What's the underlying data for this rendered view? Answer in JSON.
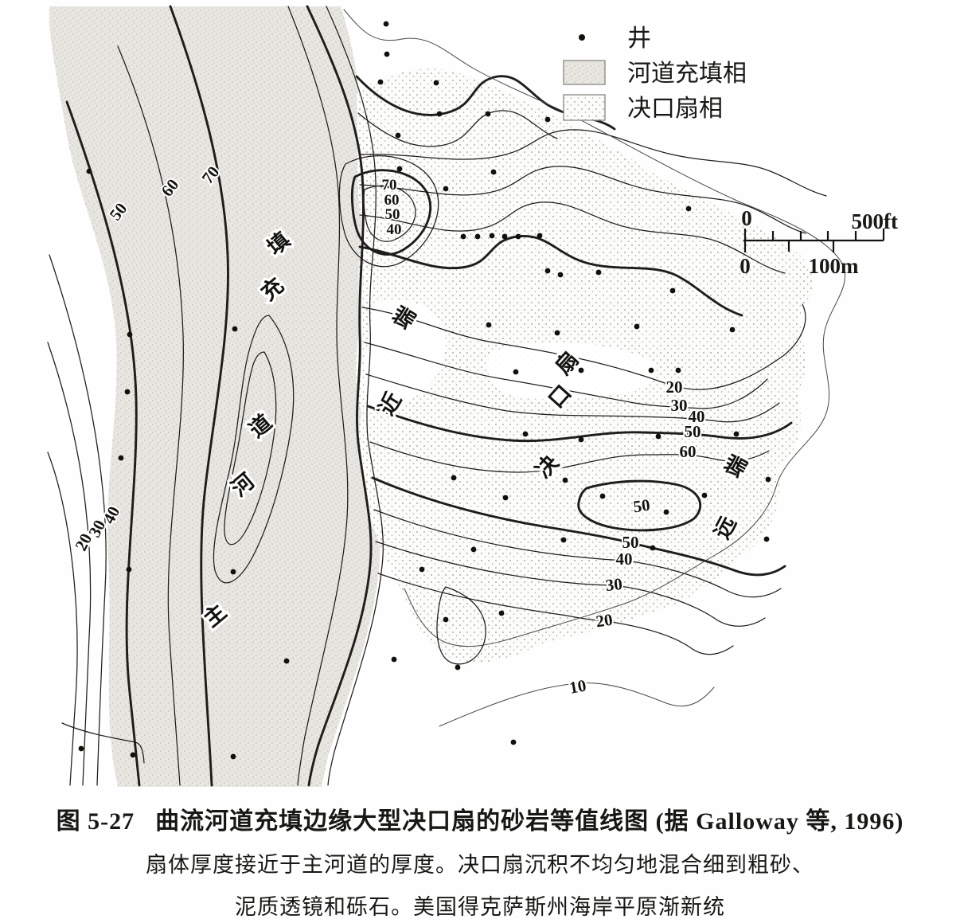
{
  "figure": {
    "number": "图 5-27",
    "title": "曲流河道充填边缘大型决口扇的砂岩等值线图 (据 Galloway 等, 1996)",
    "note1": "扇体厚度接近于主河道的厚度。决口扇沉积不均匀地混合细到粗砂、",
    "note2": "泥质透镜和砾石。美国得克萨斯州海岸平原渐新统"
  },
  "legend": {
    "items": [
      {
        "id": "well",
        "label": "井"
      },
      {
        "id": "channel-fill",
        "label": "河道充填相"
      },
      {
        "id": "crevasse-splay",
        "label": "决口扇相"
      }
    ]
  },
  "scale": {
    "ft_zero": "0",
    "ft_max": "500ft",
    "m_zero": "0",
    "m_max": "100m"
  },
  "map": {
    "labels": {
      "channel": [
        "填",
        "充",
        "道",
        "河",
        "主"
      ],
      "proximal": [
        "端",
        "近"
      ],
      "splay": [
        "扇",
        "口",
        "决"
      ],
      "distal": [
        "端",
        "远"
      ]
    },
    "contours": {
      "left": [
        "70",
        "60",
        "50"
      ],
      "left_lower": [
        "40",
        "30",
        "20"
      ],
      "mouth": [
        "70",
        "60",
        "50",
        "40"
      ],
      "east": [
        "20",
        "30",
        "40",
        "50",
        "60"
      ],
      "high": "50",
      "south": [
        "50",
        "40",
        "30",
        "20",
        "10"
      ]
    },
    "contour_values_ft": [
      10,
      20,
      30,
      40,
      50,
      60,
      70
    ],
    "wells": [
      [
        112,
        215
      ],
      [
        163,
        420
      ],
      [
        160,
        492
      ],
      [
        152,
        575
      ],
      [
        162,
        715
      ],
      [
        102,
        940
      ],
      [
        167,
        948
      ],
      [
        295,
        413
      ],
      [
        293,
        718
      ],
      [
        360,
        830
      ],
      [
        293,
        950
      ],
      [
        485,
        30
      ],
      [
        486,
        68
      ],
      [
        478,
        103
      ],
      [
        548,
        104
      ],
      [
        552,
        143
      ],
      [
        613,
        143
      ],
      [
        500,
        170
      ],
      [
        502,
        212
      ],
      [
        560,
        237
      ],
      [
        620,
        216
      ],
      [
        688,
        150
      ],
      [
        865,
        262
      ],
      [
        582,
        297
      ],
      [
        600,
        297
      ],
      [
        618,
        296
      ],
      [
        634,
        297
      ],
      [
        651,
        297
      ],
      [
        678,
        296
      ],
      [
        688,
        340
      ],
      [
        704,
        345
      ],
      [
        752,
        342
      ],
      [
        614,
        408
      ],
      [
        700,
        418
      ],
      [
        800,
        410
      ],
      [
        845,
        365
      ],
      [
        920,
        414
      ],
      [
        648,
        467
      ],
      [
        730,
        465
      ],
      [
        818,
        465
      ],
      [
        852,
        465
      ],
      [
        660,
        545
      ],
      [
        730,
        552
      ],
      [
        827,
        548
      ],
      [
        925,
        545
      ],
      [
        570,
        600
      ],
      [
        635,
        625
      ],
      [
        885,
        622
      ],
      [
        965,
        602
      ],
      [
        710,
        603
      ],
      [
        757,
        623
      ],
      [
        837,
        643
      ],
      [
        708,
        678
      ],
      [
        963,
        677
      ],
      [
        595,
        690
      ],
      [
        530,
        715
      ],
      [
        820,
        688
      ],
      [
        560,
        778
      ],
      [
        630,
        770
      ],
      [
        495,
        828
      ],
      [
        575,
        838
      ],
      [
        645,
        932
      ]
    ]
  }
}
